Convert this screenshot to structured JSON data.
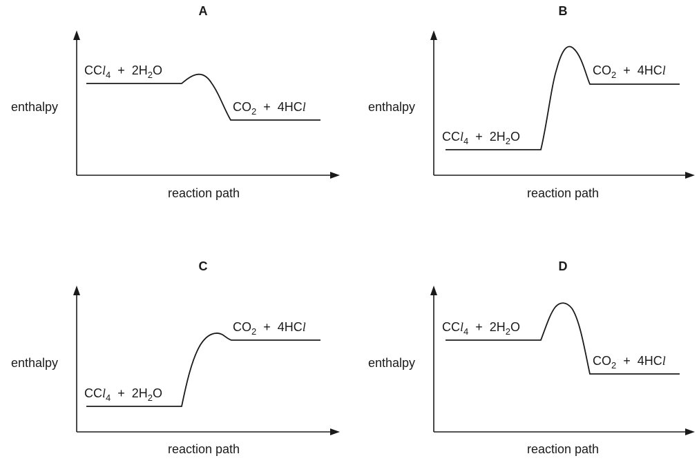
{
  "axis": {
    "y_label": "enthalpy",
    "x_label": "reaction path"
  },
  "species": {
    "reactants": {
      "part1": "CC",
      "l": "l",
      "sub4": "4",
      "plus": "+",
      "part2": "2H",
      "sub2": "2",
      "part3": "O"
    },
    "products": {
      "part1": "CO",
      "sub2": "2",
      "plus": "+",
      "part2": "4HC",
      "l": "l"
    }
  },
  "panels": [
    {
      "id": "A",
      "title": "A"
    },
    {
      "id": "B",
      "title": "B"
    },
    {
      "id": "C",
      "title": "C"
    },
    {
      "id": "D",
      "title": "D"
    }
  ]
}
